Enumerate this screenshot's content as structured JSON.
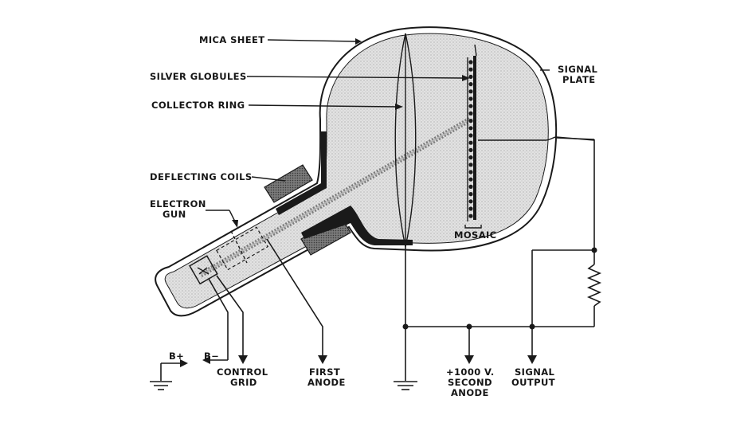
{
  "labels": {
    "mica_sheet": "MICA SHEET",
    "silver_globules": "SILVER GLOBULES",
    "collector_ring": "COLLECTOR RING",
    "deflecting_coils": "DEFLECTING COILS",
    "electron_gun_1": "ELECTRON",
    "electron_gun_2": "GUN",
    "signal_plate_1": "SIGNAL",
    "signal_plate_2": "PLATE",
    "mosaic": "MOSAIC",
    "b_plus": "B+",
    "b_minus": "B−",
    "control_grid_1": "CONTROL",
    "control_grid_2": "GRID",
    "first_anode_1": "FIRST",
    "first_anode_2": "ANODE",
    "second_anode_1": "+1000 V.",
    "second_anode_2": "SECOND",
    "second_anode_3": "ANODE",
    "signal_output_1": "SIGNAL",
    "signal_output_2": "OUTPUT"
  },
  "colors": {
    "ink": "#1a1a1a",
    "glass_fill": "#dcdcdc",
    "coil_fill": "#6a6a6a",
    "background": "#ffffff"
  }
}
